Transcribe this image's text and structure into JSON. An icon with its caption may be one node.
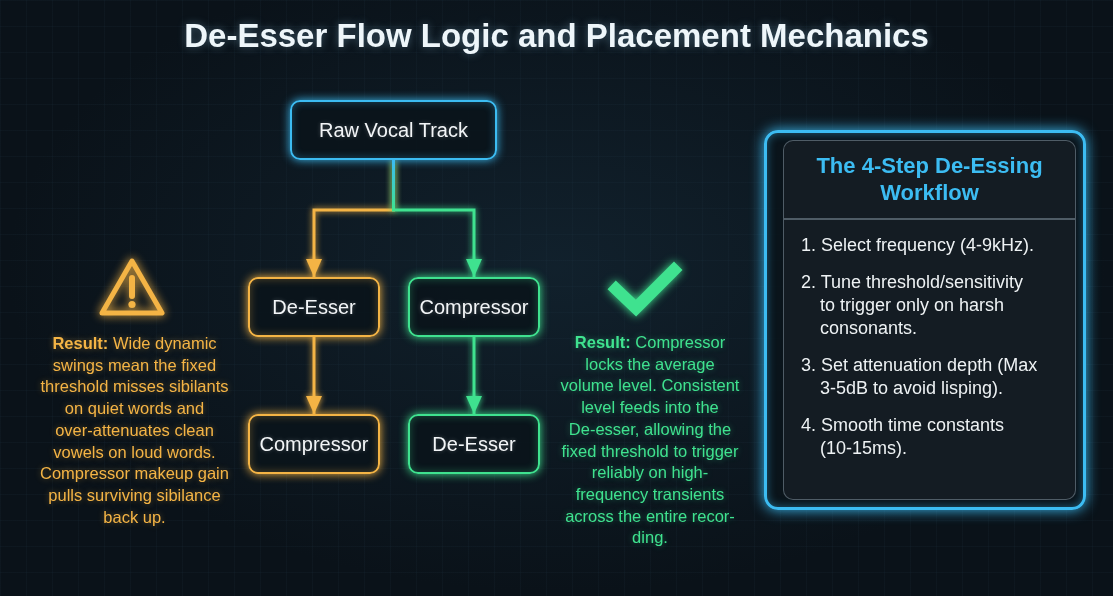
{
  "diagram": {
    "title": "De-Esser Flow Logic and Placement Mechanics",
    "nodes": [
      {
        "text": [
          "Raw Vocal Track"
        ]
      },
      {
        "text": [
          "De-Esser"
        ]
      },
      {
        "text": [
          "Compressor"
        ]
      },
      {
        "text": [
          "Compressor"
        ]
      },
      {
        "text": [
          "De-Esser"
        ]
      },
      {
        "text": [
          "The 4-Step De-Essing Workflow",
          "1. Select frequency (4-9kHz).",
          "2. Tune threshold/sensitivity to trigger only on harsh consonants.",
          "3. Set attenuation depth (Max 3-5dB to avoid lisping).",
          "4. Smooth time constants (10-15ms)."
        ]
      }
    ],
    "edges": [
      {
        "from": 0,
        "to": 1,
        "arrow": "to",
        "color": "#f4b445"
      },
      {
        "from": 0,
        "to": 2,
        "arrow": "to",
        "color": "#3fe28f"
      },
      {
        "from": 1,
        "to": 3,
        "arrow": "to",
        "color": "#f4b445"
      },
      {
        "from": 2,
        "to": 4,
        "arrow": "to",
        "color": "#3fe28f"
      }
    ],
    "labels": [
      "**Result:** Wide dynamic swings mean the fixed threshold misses sibilants on quiet words and over-attenuates clean vowels on loud words. Compressor makeup gain pulls surviving sibilance back up.",
      "**Result:** Compressor locks the average volume level. Consistent level feeds into the De-esser, allowing the fixed threshold to trigger reliably on high- frequency transients across the entire recor- ding."
    ]
  }
}
